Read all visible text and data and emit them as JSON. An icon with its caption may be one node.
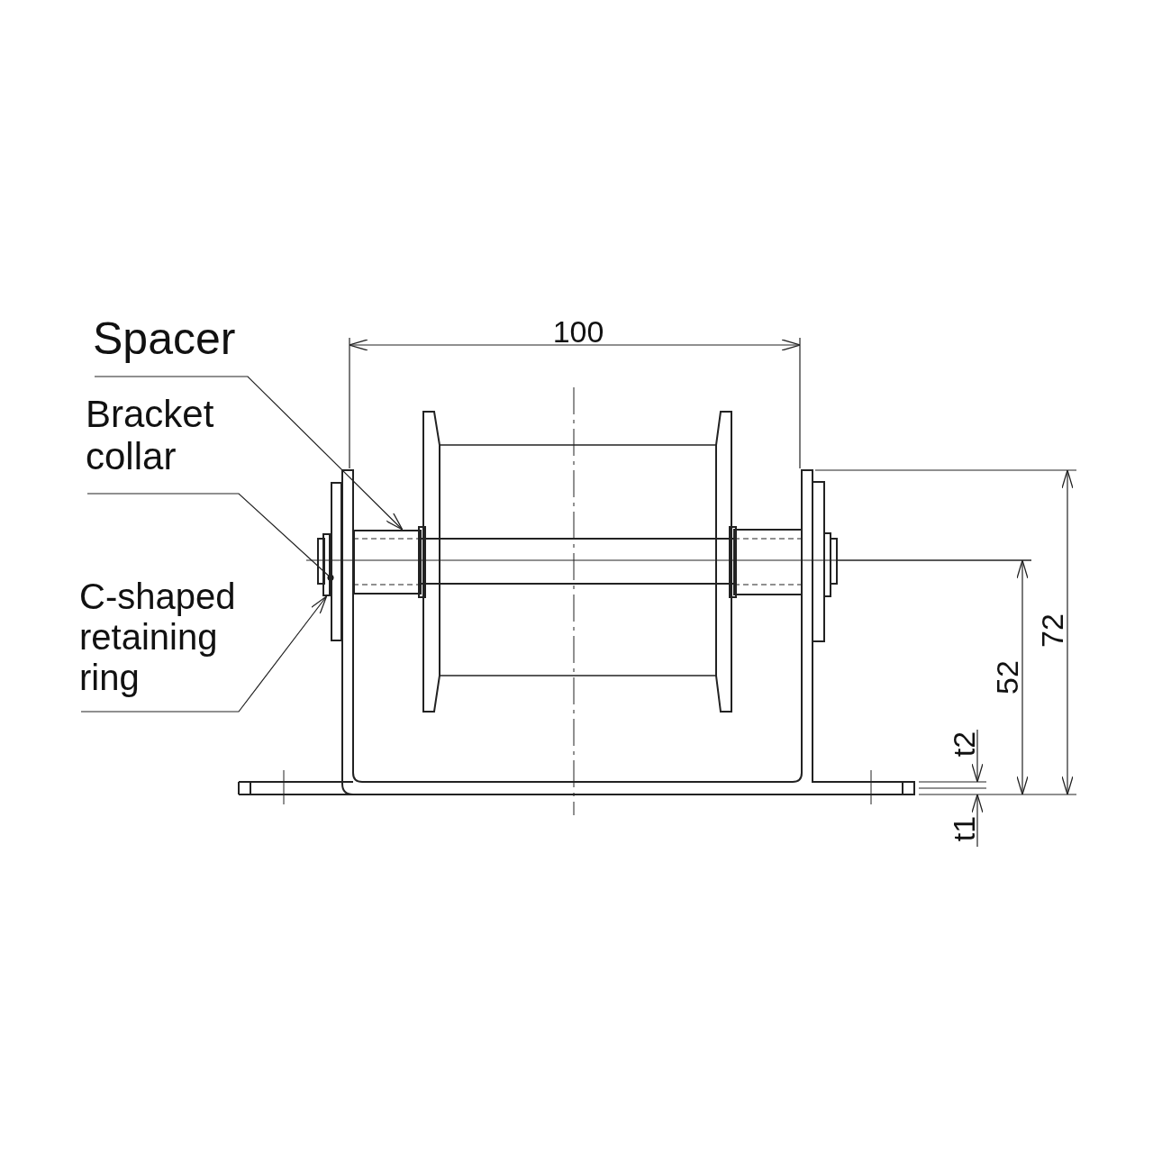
{
  "diagram": {
    "nodes": [
      {
        "text": [
          "Spacer"
        ]
      },
      {
        "text": [
          "Bracket collar"
        ]
      },
      {
        "text": [
          "C-shaped retaining ring"
        ]
      },
      {
        "text": [],
        "shape": "box"
      },
      {
        "text": [],
        "shape": "box"
      },
      {
        "text": [],
        "shape": "box"
      }
    ],
    "edges": [
      {
        "from": 0,
        "to": 3,
        "arrow": "to"
      },
      {
        "from": 1,
        "to": 4,
        "arrow": "other"
      },
      {
        "from": 2,
        "to": 5,
        "arrow": "to"
      }
    ],
    "labels": [
      "100",
      "72",
      "52",
      "t2",
      "t1"
    ]
  }
}
